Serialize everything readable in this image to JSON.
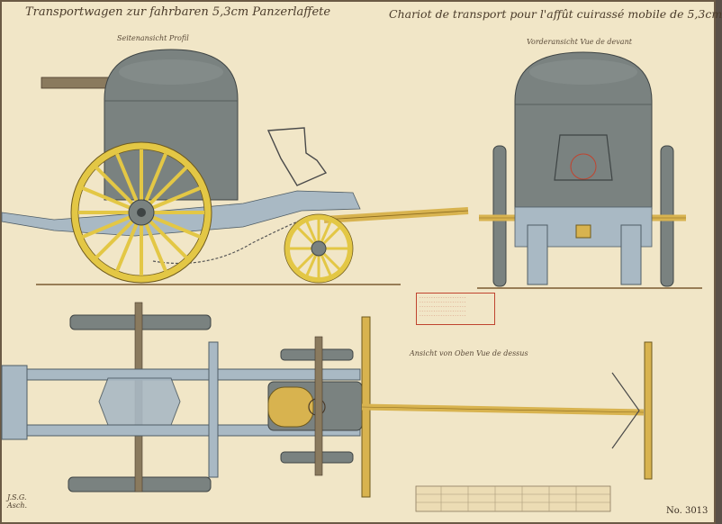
{
  "title_de": "Transportwagen zur fahrbaren 5,3cm Panzerlaffete",
  "title_fr": "Chariot de transport pour l'affût cuirassé mobile de 5,3cm",
  "view_side": "Seitenansicht  Profil",
  "view_front": "Vorderansicht  Vue de devant",
  "view_plan": "Ansicht von Oben  Vue de dessus",
  "signature": "J.S.G. Asch.",
  "plate_number": "No. 3013",
  "colors": {
    "paper": "#f1e6c7",
    "turret_steel": "#7a8280",
    "wheel_yellow": "#e3c745",
    "frame_blue": "#a9b9c4",
    "wood": "#d8b34f",
    "ink_red": "#c0442f"
  }
}
